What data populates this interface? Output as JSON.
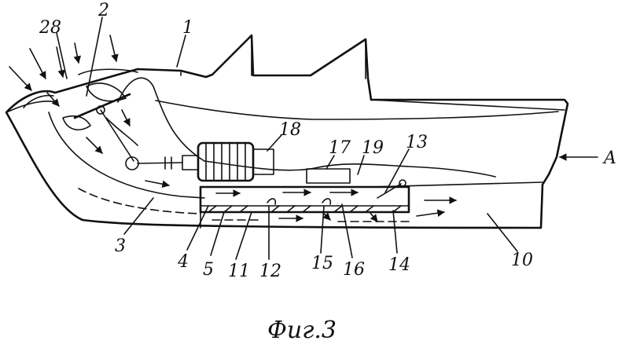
{
  "labels": {
    "l28": "28",
    "l2": "2",
    "l1": "1",
    "l18": "18",
    "l17": "17",
    "l19": "19",
    "l13": "13",
    "lA": "A",
    "l3": "3",
    "l4": "4",
    "l5": "5",
    "l11": "11",
    "l12": "12",
    "l15": "15",
    "l16": "16",
    "l14": "14",
    "l10": "10"
  },
  "caption": "Фиг.3"
}
